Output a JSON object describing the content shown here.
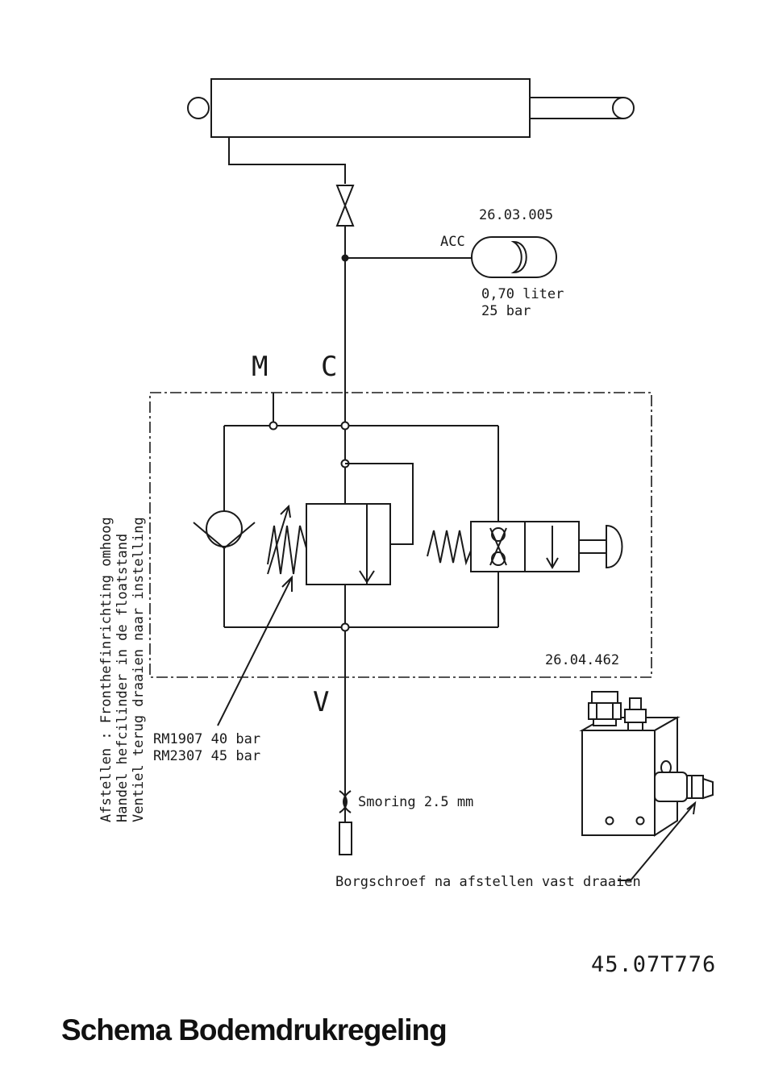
{
  "diagram": {
    "accumulator_code": "26.03.005",
    "accumulator_label": "ACC",
    "accumulator_volume": "0,70 liter",
    "accumulator_pressure": "25 bar",
    "port_m": "M",
    "port_c": "C",
    "port_v": "V",
    "valve_block_code": "26.04.462",
    "setting_line1": "Afstellen : Fronthefinrichting omhoog",
    "setting_line2": "Handel hefcilinder in de floatstand",
    "setting_line3": "Ventiel terug draaien naar instelling",
    "rm1907": "RM1907 40 bar",
    "rm2307": "RM2307 45 bar",
    "restriction": "Smoring  2.5 mm",
    "lock_screw_note": "Borgschroef na afstellen vast draaien",
    "drawing_number": "45.07T776",
    "title": "Schema Bodemdrukregeling"
  }
}
